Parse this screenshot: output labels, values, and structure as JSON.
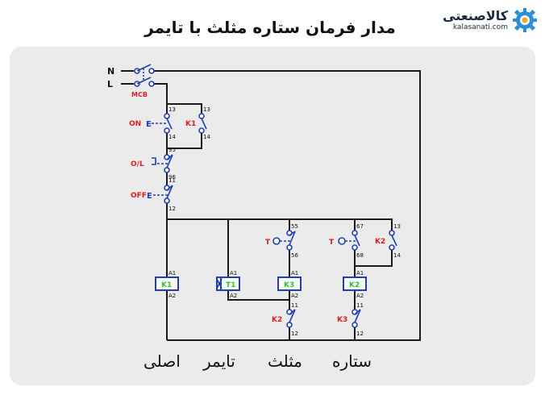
{
  "header": {
    "title": "مدار فرمان ستاره مثلث با تایمر",
    "logo_name": "کالاصنعتی",
    "logo_domain": "kalasanati.com"
  },
  "supply": {
    "neutral": "N",
    "line": "L",
    "breaker": "MCB"
  },
  "buttons": {
    "on": {
      "label": "ON",
      "nc": "13",
      "no": "14"
    },
    "k1_hold": {
      "label": "K1",
      "nc": "13",
      "no": "14"
    },
    "overload": {
      "label": "O/L",
      "t1": "95",
      "t2": "96"
    },
    "off": {
      "label": "OFF",
      "t1": "11",
      "t2": "12"
    }
  },
  "timer_contacts": {
    "delta_t": {
      "label": "T",
      "t1": "55",
      "t2": "56"
    },
    "star_t": {
      "label": "T",
      "t1": "67",
      "t2": "68"
    },
    "k2_hold": {
      "label": "K2",
      "t1": "13",
      "t2": "14"
    }
  },
  "coils": {
    "k1": {
      "name": "K1",
      "a1": "A1",
      "a2": "A2"
    },
    "t1": {
      "name": "T1",
      "a1": "A1",
      "a2": "A2"
    },
    "k3": {
      "name": "K3",
      "a1": "A1",
      "a2": "A2"
    },
    "k2": {
      "name": "K2",
      "a1": "A1",
      "a2": "A2"
    }
  },
  "interlocks": {
    "k2_under_k3": {
      "label": "K2",
      "t1": "11",
      "t2": "12"
    },
    "k3_under_k2": {
      "label": "K3",
      "t1": "11",
      "t2": "12"
    }
  },
  "branch_labels": {
    "main": "اصلی",
    "timer": "تایمر",
    "delta": "مثلث",
    "star": "ستاره"
  },
  "colors": {
    "wire": "#1a1a1a",
    "contact": "#1f3fb5",
    "label_red": "#d81e1e",
    "coil_text": "#2fbf2f",
    "panel": "#ebebeb",
    "logo_orange": "#f5a623",
    "logo_blue": "#2a8fd6"
  }
}
